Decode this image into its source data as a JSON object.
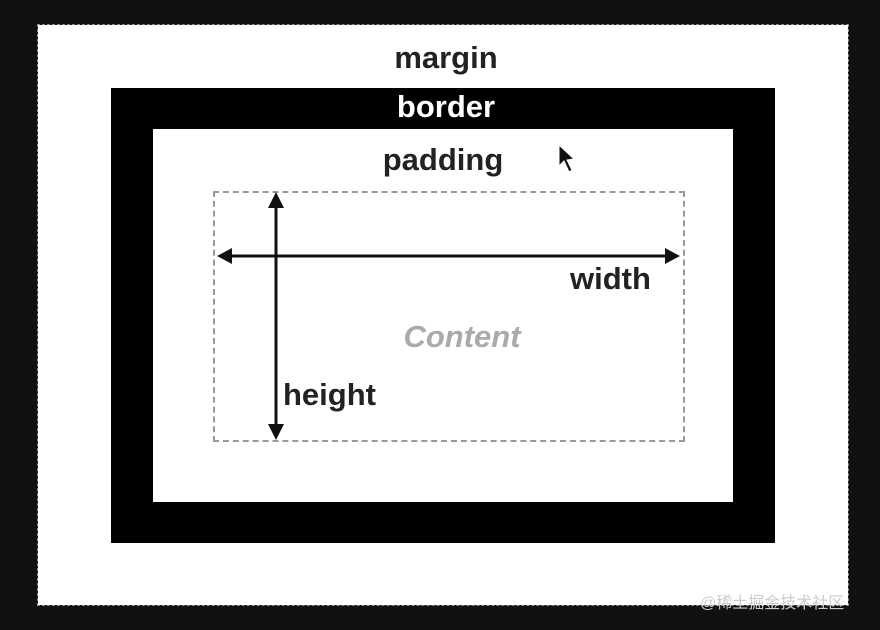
{
  "labels": {
    "margin": "margin",
    "border": "border",
    "padding": "padding",
    "width": "width",
    "height": "height",
    "content": "Content"
  },
  "watermark": "@稀土掘金技术社区",
  "colors": {
    "background": "#111111",
    "border": "#000000",
    "box": "#ffffff",
    "content_text": "#aaaaaa"
  }
}
